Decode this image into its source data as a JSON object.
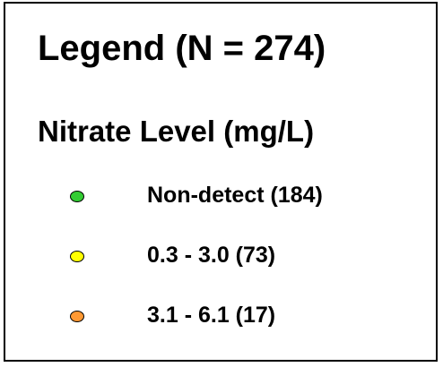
{
  "legend": {
    "title": "Legend (N = 274)",
    "subtitle": "Nitrate Level (mg/L)",
    "items": [
      {
        "label": "Non-detect (184)",
        "color": "#33cc33",
        "icon": "green-circle-marker"
      },
      {
        "label": "0.3 - 3.0 (73)",
        "color": "#ffff00",
        "icon": "yellow-circle-marker"
      },
      {
        "label": "3.1 - 6.1 (17)",
        "color": "#ff9933",
        "icon": "orange-circle-marker"
      }
    ]
  }
}
